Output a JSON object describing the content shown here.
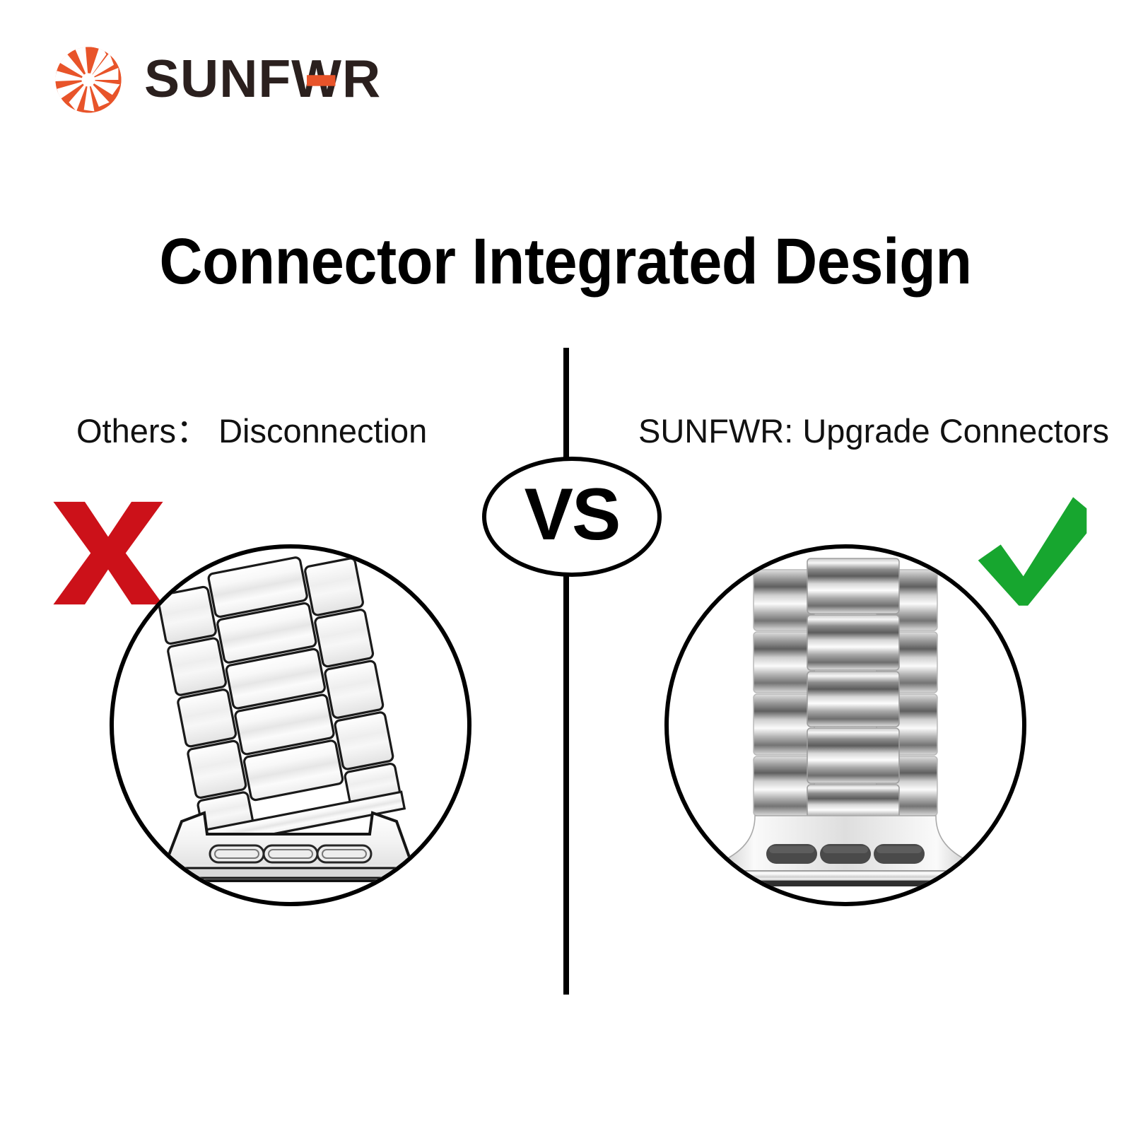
{
  "brand": {
    "logo_icon": "sunburst-aperture-icon",
    "wordmark": "SUNFWR",
    "mark_color": "#e8542a",
    "word_color": "#2b201e",
    "accent_color": "#e8542a"
  },
  "header": {
    "title": "Connector Integrated Design"
  },
  "divider": {
    "color": "#000000"
  },
  "comparison": {
    "vs_label": "VS",
    "left": {
      "label": "Others： Disconnection",
      "mark_icon": "red-x-icon",
      "mark_color": "#cc1119",
      "image_caption": "disconnected-watch-band-and-connector"
    },
    "right": {
      "label": "SUNFWR: Upgrade Connectors",
      "mark_icon": "green-check-icon",
      "mark_color": "#17a62f",
      "image_caption": "integrated-watch-band-with-connector"
    }
  }
}
